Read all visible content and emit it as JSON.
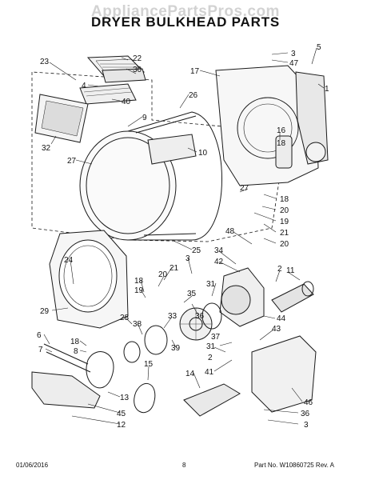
{
  "watermark": "AppliancePartsPros.com",
  "title": "DRYER BULKHEAD PARTS",
  "callouts": [
    {
      "id": "c1",
      "text": "22"
    },
    {
      "id": "c2",
      "text": "23"
    },
    {
      "id": "c3",
      "text": "30"
    },
    {
      "id": "c4",
      "text": "4"
    },
    {
      "id": "c5",
      "text": "40"
    },
    {
      "id": "c6",
      "text": "32"
    },
    {
      "id": "c7",
      "text": "9"
    },
    {
      "id": "c8",
      "text": "27"
    },
    {
      "id": "c9",
      "text": "26"
    },
    {
      "id": "c10",
      "text": "10"
    },
    {
      "id": "c11",
      "text": "17"
    },
    {
      "id": "c12",
      "text": "3"
    },
    {
      "id": "c13",
      "text": "47"
    },
    {
      "id": "c14",
      "text": "5"
    },
    {
      "id": "c15",
      "text": "1"
    },
    {
      "id": "c16",
      "text": "16"
    },
    {
      "id": "c17",
      "text": "18"
    },
    {
      "id": "c18",
      "text": "27"
    },
    {
      "id": "c19",
      "text": "18"
    },
    {
      "id": "c20",
      "text": "20"
    },
    {
      "id": "c21",
      "text": "19"
    },
    {
      "id": "c22",
      "text": "21"
    },
    {
      "id": "c23",
      "text": "20"
    },
    {
      "id": "c24",
      "text": "25"
    },
    {
      "id": "c25",
      "text": "48"
    },
    {
      "id": "c26",
      "text": "34"
    },
    {
      "id": "c27",
      "text": "42"
    },
    {
      "id": "c28",
      "text": "2"
    },
    {
      "id": "c29",
      "text": "11"
    },
    {
      "id": "c30",
      "text": "24"
    },
    {
      "id": "c31",
      "text": "3"
    },
    {
      "id": "c32",
      "text": "21"
    },
    {
      "id": "c33",
      "text": "20"
    },
    {
      "id": "c34",
      "text": "18"
    },
    {
      "id": "c35",
      "text": "19"
    },
    {
      "id": "c36",
      "text": "35"
    },
    {
      "id": "c37",
      "text": "29"
    },
    {
      "id": "c38",
      "text": "28"
    },
    {
      "id": "c39",
      "text": "38"
    },
    {
      "id": "c40",
      "text": "33"
    },
    {
      "id": "c41",
      "text": "36"
    },
    {
      "id": "c42",
      "text": "31"
    },
    {
      "id": "c43",
      "text": "44"
    },
    {
      "id": "c44",
      "text": "43"
    },
    {
      "id": "c45",
      "text": "6"
    },
    {
      "id": "c46",
      "text": "7"
    },
    {
      "id": "c47",
      "text": "18"
    },
    {
      "id": "c48",
      "text": "8"
    },
    {
      "id": "c49",
      "text": "39"
    },
    {
      "id": "c50",
      "text": "37"
    },
    {
      "id": "c51",
      "text": "31"
    },
    {
      "id": "c52",
      "text": "2"
    },
    {
      "id": "c53",
      "text": "41"
    },
    {
      "id": "c54",
      "text": "15"
    },
    {
      "id": "c55",
      "text": "14"
    },
    {
      "id": "c56",
      "text": "13"
    },
    {
      "id": "c57",
      "text": "45"
    },
    {
      "id": "c58",
      "text": "12"
    },
    {
      "id": "c59",
      "text": "46"
    },
    {
      "id": "c60",
      "text": "36"
    },
    {
      "id": "c61",
      "text": "3"
    }
  ],
  "footer": {
    "date": "01/06/2016",
    "page": "8",
    "part_number": "Part No.  W10860725  Rev. A"
  }
}
